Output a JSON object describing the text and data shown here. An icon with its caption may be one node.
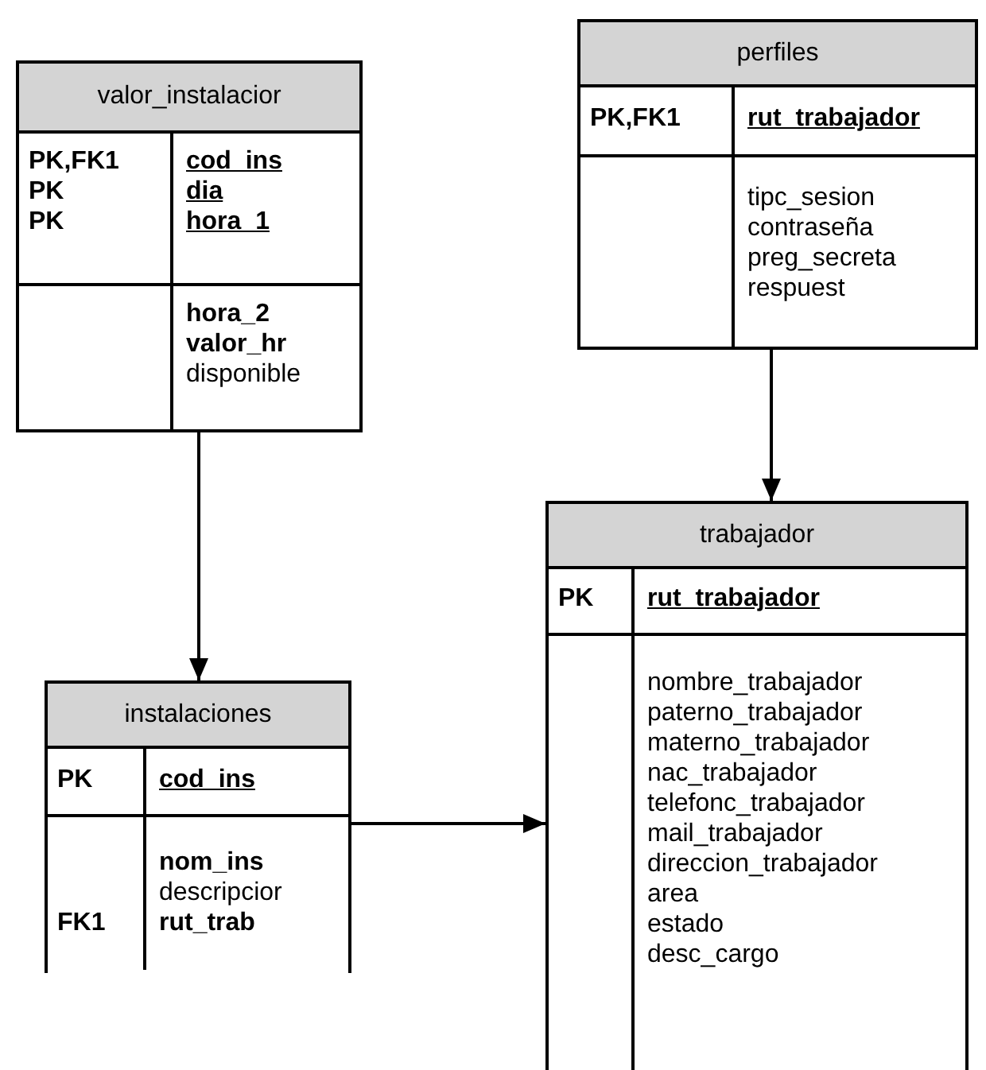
{
  "diagram": {
    "nodes": [
      {
        "text": [
          "valor_instalacior"
        ]
      },
      {
        "text": [
          "PK,FK1 PK PK",
          "cod_ins dia hora_1"
        ],
        "in": 0
      },
      {
        "text": [
          "**hora_2** **valor_hr** disponible"
        ],
        "in": 0
      },
      {
        "text": [
          "perfiles"
        ]
      },
      {
        "text": [
          "PK,FK1",
          "rut_trabajador"
        ],
        "in": 3
      },
      {
        "text": [
          "tipc_sesion contraseña preg_secreta respuest"
        ],
        "in": 3
      },
      {
        "text": [
          "instalaciones"
        ]
      },
      {
        "text": [
          "PK",
          "cod_ins"
        ],
        "in": 6
      },
      {
        "text": [
          "FK1",
          "**nom_ins** descripcior **rut_trab**"
        ],
        "in": 6
      },
      {
        "text": [
          "trabajador"
        ]
      },
      {
        "text": [
          "PK",
          "rut_trabajador"
        ],
        "in": 9
      },
      {
        "text": [
          "nombre_trabajador paterno_trabajador materno_trabajador nac_trabajador telefonc_trabajador mail_trabajador direccion_trabajador area estado desc_cargo"
        ],
        "in": 9
      }
    ],
    "edges": [
      {
        "from": 0,
        "to": 6,
        "arrow": "to"
      },
      {
        "from": 3,
        "to": 9,
        "arrow": "to"
      },
      {
        "from": 6,
        "to": 9,
        "arrow": "to"
      }
    ]
  }
}
